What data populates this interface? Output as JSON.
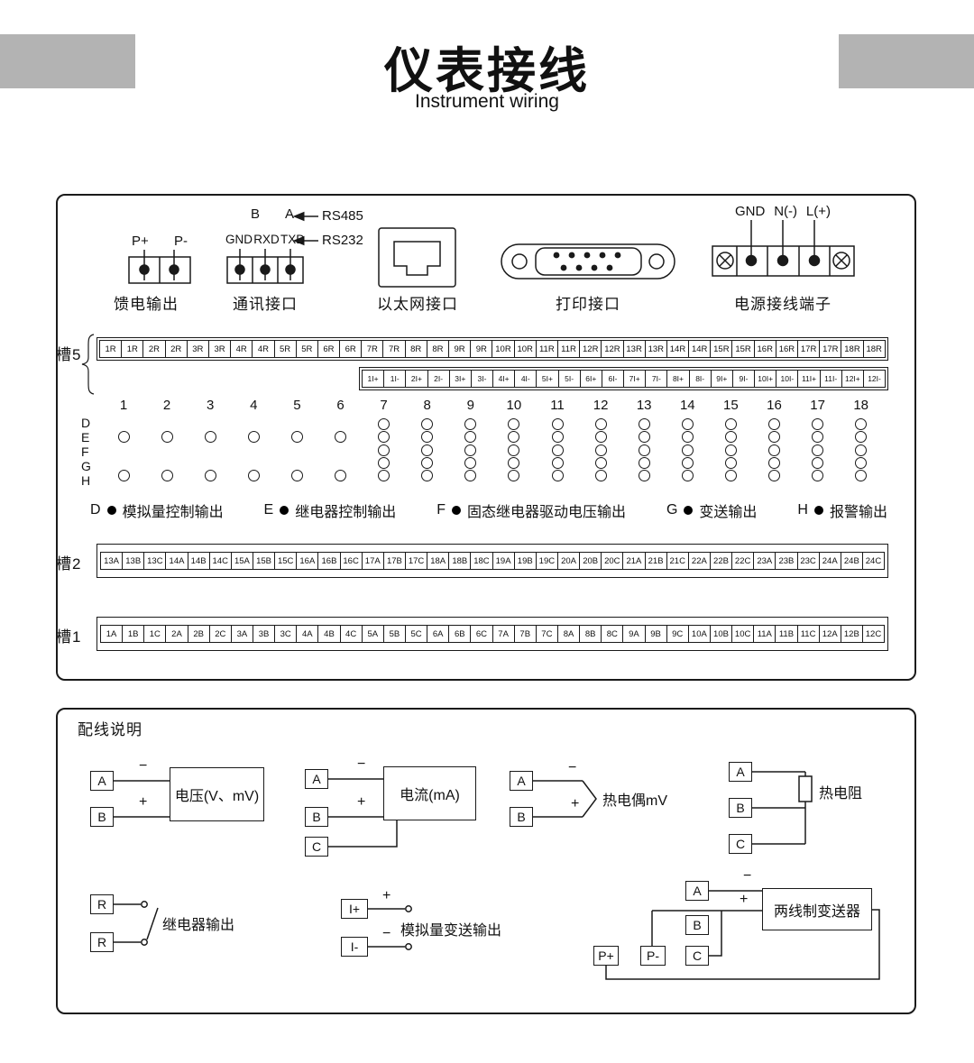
{
  "header": {
    "title": "仪表接线",
    "subtitle": "Instrument wiring"
  },
  "connectors": {
    "feed": {
      "label": "馈电输出",
      "terminals": [
        "P+",
        "P-"
      ]
    },
    "comm": {
      "label": "通讯接口",
      "rs485_pins": [
        "B",
        "A"
      ],
      "rs485_label": "RS485",
      "rs232_pins": [
        "GND",
        "RXD",
        "TXD"
      ],
      "rs232_label": "RS232"
    },
    "ethernet": {
      "label": "以太网接口"
    },
    "printer": {
      "label": "打印接口"
    },
    "power": {
      "label": "电源接线端子",
      "terminals": [
        "GND",
        "N(-)",
        "L(+)"
      ]
    }
  },
  "slot5": {
    "label": "槽5",
    "row1": [
      "1R",
      "1R",
      "2R",
      "2R",
      "3R",
      "3R",
      "4R",
      "4R",
      "5R",
      "5R",
      "6R",
      "6R",
      "7R",
      "7R",
      "8R",
      "8R",
      "9R",
      "9R",
      "10R",
      "10R",
      "11R",
      "11R",
      "12R",
      "12R",
      "13R",
      "13R",
      "14R",
      "14R",
      "15R",
      "15R",
      "16R",
      "16R",
      "17R",
      "17R",
      "18R",
      "18R"
    ],
    "row2": [
      "1I+",
      "1I-",
      "2I+",
      "2I-",
      "3I+",
      "3I-",
      "4I+",
      "4I-",
      "5I+",
      "5I-",
      "6I+",
      "6I-",
      "7I+",
      "7I-",
      "8I+",
      "8I-",
      "9I+",
      "9I-",
      "10I+",
      "10I-",
      "11I+",
      "11I-",
      "12I+",
      "12I-"
    ]
  },
  "matrix": {
    "columns": [
      "1",
      "2",
      "3",
      "4",
      "5",
      "6",
      "7",
      "8",
      "9",
      "10",
      "11",
      "12",
      "13",
      "14",
      "15",
      "16",
      "17",
      "18"
    ],
    "rows": [
      "D",
      "E",
      "F",
      "G",
      "H"
    ],
    "small_column_count": 6,
    "small_column_rows": [
      "E",
      "H"
    ]
  },
  "legend": [
    {
      "letter": "D",
      "text": "模拟量控制输出"
    },
    {
      "letter": "E",
      "text": "继电器控制输出"
    },
    {
      "letter": "F",
      "text": "固态继电器驱动电压输出"
    },
    {
      "letter": "G",
      "text": "变送输出"
    },
    {
      "letter": "H",
      "text": "报警输出"
    }
  ],
  "slot2": {
    "label": "槽2",
    "cells": [
      "13A",
      "13B",
      "13C",
      "14A",
      "14B",
      "14C",
      "15A",
      "15B",
      "15C",
      "16A",
      "16B",
      "16C",
      "17A",
      "17B",
      "17C",
      "18A",
      "18B",
      "18C",
      "19A",
      "19B",
      "19C",
      "20A",
      "20B",
      "20C",
      "21A",
      "21B",
      "21C",
      "22A",
      "22B",
      "22C",
      "23A",
      "23B",
      "23C",
      "24A",
      "24B",
      "24C"
    ]
  },
  "slot1": {
    "label": "槽1",
    "cells": [
      "1A",
      "1B",
      "1C",
      "2A",
      "2B",
      "2C",
      "3A",
      "3B",
      "3C",
      "4A",
      "4B",
      "4C",
      "5A",
      "5B",
      "5C",
      "6A",
      "6B",
      "6C",
      "7A",
      "7B",
      "7C",
      "8A",
      "8B",
      "8C",
      "9A",
      "9B",
      "9C",
      "10A",
      "10B",
      "10C",
      "11A",
      "11B",
      "11C",
      "12A",
      "12B",
      "12C"
    ]
  },
  "wiring": {
    "title": "配线说明",
    "voltage": {
      "a": "A",
      "b": "B",
      "minus": "−",
      "plus": "+",
      "label": "电压(V、mV)"
    },
    "current": {
      "a": "A",
      "b": "B",
      "c": "C",
      "minus": "−",
      "plus": "+",
      "label": "电流(mA)"
    },
    "thermocouple": {
      "a": "A",
      "b": "B",
      "minus": "−",
      "plus": "+",
      "label": "热电偶mV"
    },
    "rtd": {
      "a": "A",
      "b": "B",
      "c": "C",
      "label": "热电阻"
    },
    "relay": {
      "r1": "R",
      "r2": "R",
      "label": "继电器输出"
    },
    "analog_out": {
      "ip": "I+",
      "im": "I-",
      "plus": "+",
      "minus": "−",
      "label": "模拟量变送输出"
    },
    "transmitter": {
      "a": "A",
      "b": "B",
      "c": "C",
      "pp": "P+",
      "pm": "P-",
      "minus": "−",
      "plus": "+",
      "label": "两线制变送器"
    }
  }
}
